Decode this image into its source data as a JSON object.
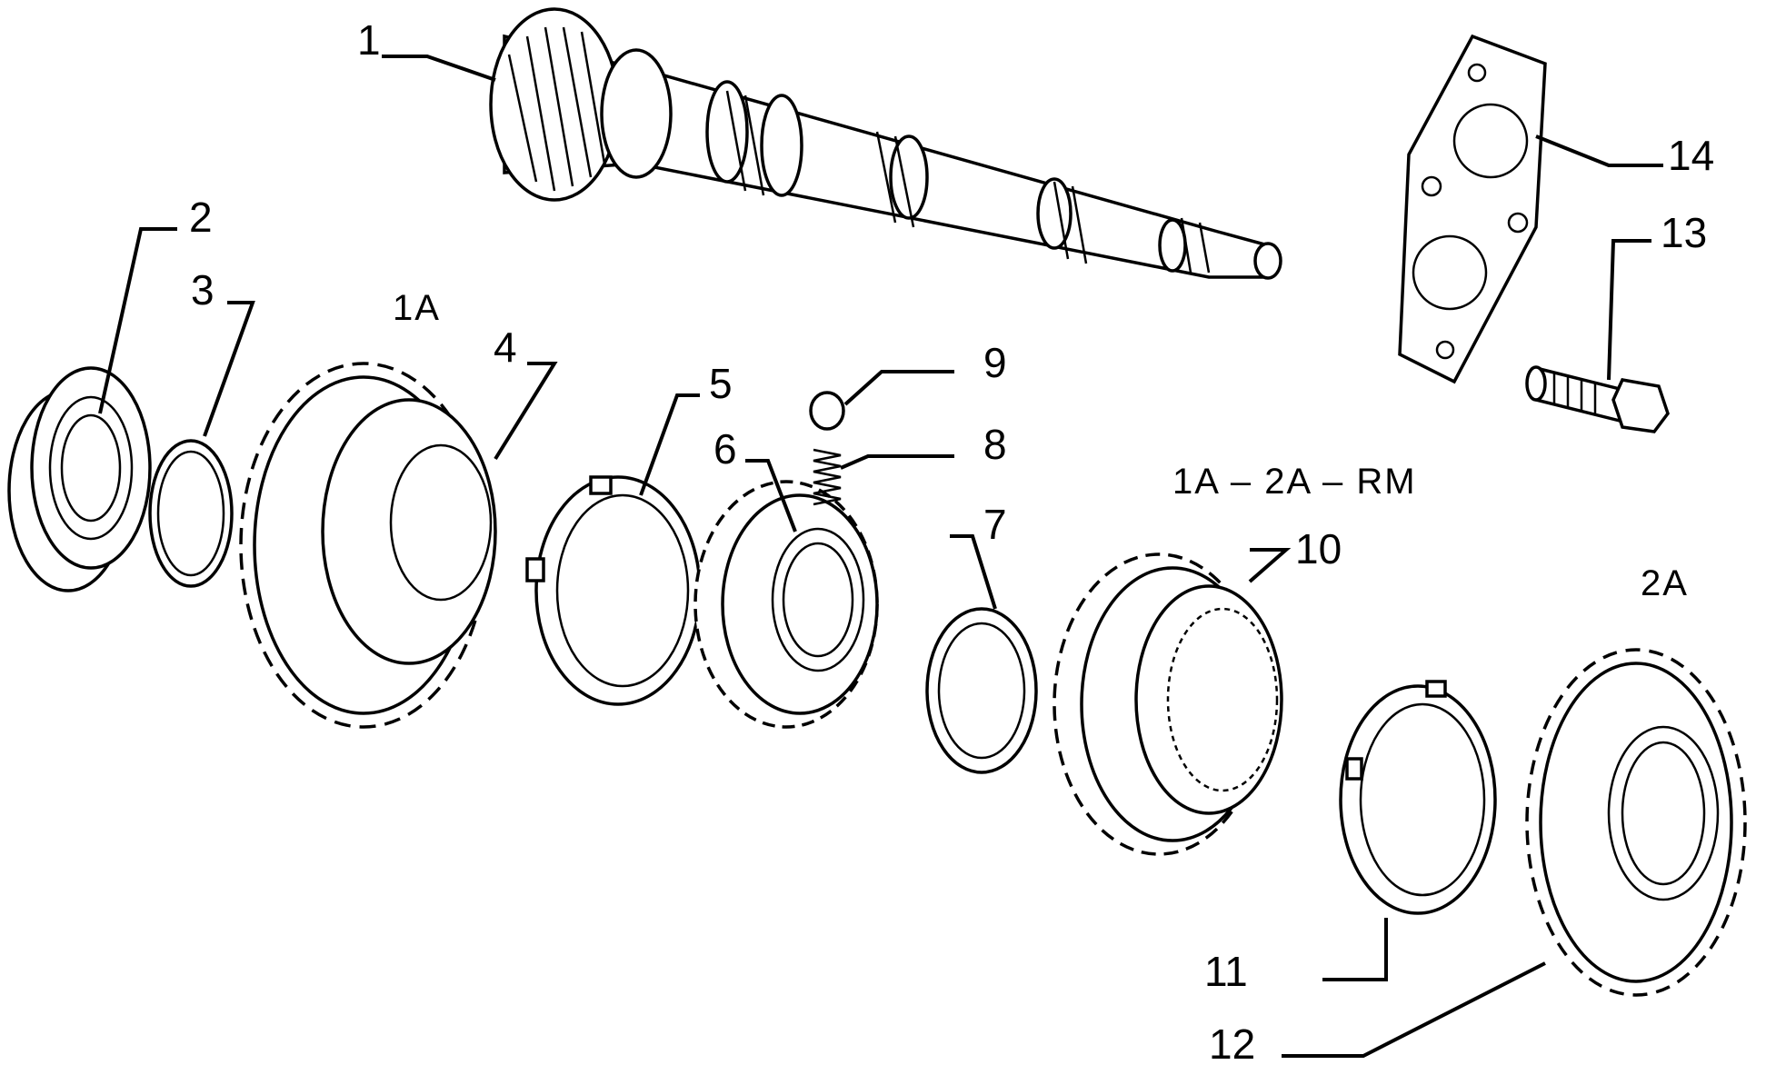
{
  "diagram": {
    "callouts": [
      "1",
      "2",
      "3",
      "4",
      "5",
      "6",
      "7",
      "8",
      "9",
      "10",
      "11",
      "12",
      "13",
      "14"
    ],
    "labels": {
      "first_gear": "1A",
      "second_gear": "2A",
      "synchro_group": "1A – 2A – RM"
    }
  }
}
